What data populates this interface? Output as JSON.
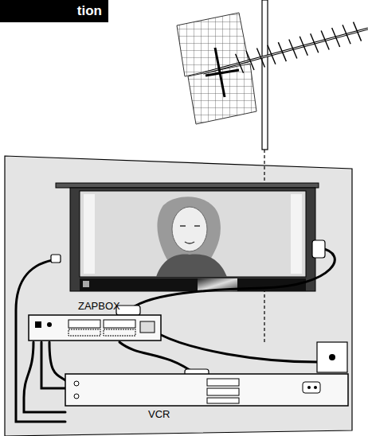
{
  "diagram": {
    "title": "tion",
    "labels": [
      "ZAPBOX",
      "VCR"
    ]
  }
}
